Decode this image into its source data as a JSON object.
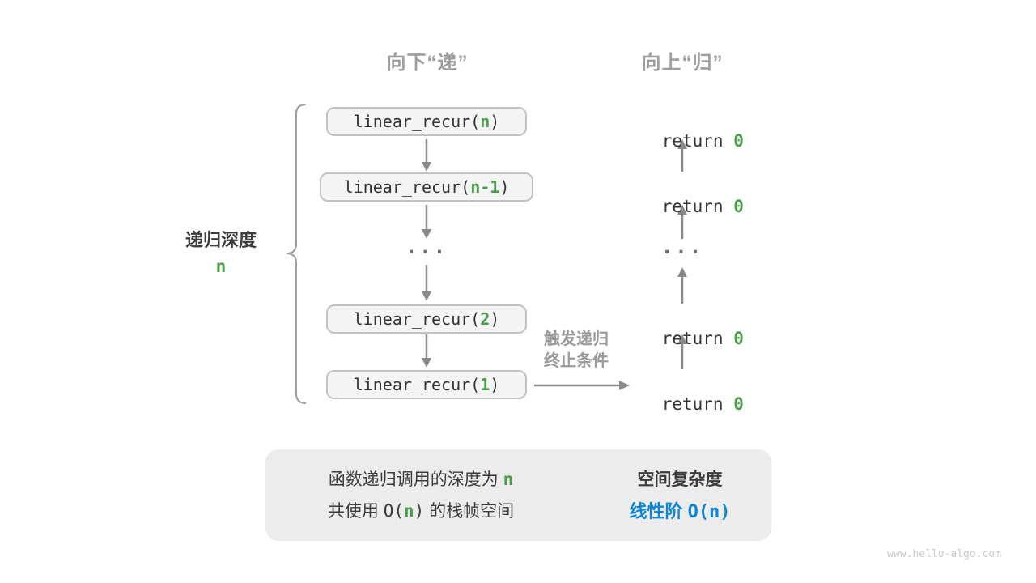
{
  "headers": {
    "down": "向下“递”",
    "up": "向上“归”"
  },
  "depth_label": {
    "text": "递归深度",
    "value": "n"
  },
  "call_stack": {
    "boxes": [
      {
        "pre": "linear_recur(",
        "arg": "n",
        "post": ")"
      },
      {
        "pre": "linear_recur(",
        "arg": "n-1",
        "post": ")"
      },
      {
        "pre": "linear_recur(",
        "arg": "2",
        "post": ")"
      },
      {
        "pre": "linear_recur(",
        "arg": "1",
        "post": ")"
      }
    ],
    "ellipsis": "..."
  },
  "returns": {
    "items": [
      {
        "pre": "return ",
        "val": "0"
      },
      {
        "pre": "return ",
        "val": "0"
      },
      {
        "pre": "return ",
        "val": "0"
      },
      {
        "pre": "return ",
        "val": "0"
      }
    ],
    "ellipsis": "..."
  },
  "annotation": {
    "line1": "触发递归",
    "line2": "终止条件"
  },
  "summary": {
    "left_line1_pre": "函数递归调用的深度为 ",
    "left_line1_hl": "n",
    "left_line2_pre": "共使用 ",
    "left_line2_open": "O(",
    "left_line2_hl": "n",
    "left_line2_close": ")",
    "left_line2_post": " 的栈帧空间",
    "right_title": "空间复杂度",
    "right_result_pre": "线性阶 ",
    "right_result_code": "O(n)"
  },
  "watermark": "www.hello-algo.com",
  "colors": {
    "green": "#4a9e4a",
    "blue": "#0d87d5",
    "heading_gray": "#9e9e9e",
    "arrow_gray": "#8a8a8a",
    "box_fill": "#f4f4f4",
    "box_border": "#c2c2c2",
    "summary_bg": "#ececec",
    "big_arrow": "#c6c6c6"
  }
}
